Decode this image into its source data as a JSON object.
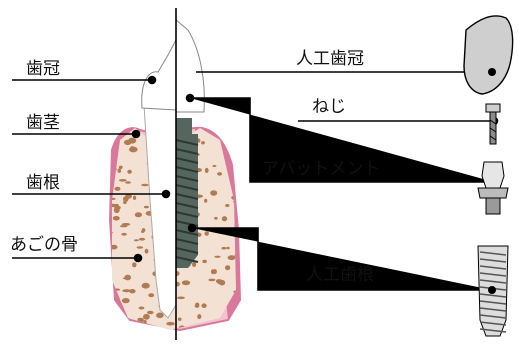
{
  "left_labels": {
    "crown": "歯冠",
    "gum": "歯茎",
    "root": "歯根",
    "jawbone": "あごの骨"
  },
  "right_labels": {
    "implant_crown": "人工歯冠",
    "screw": "ねじ",
    "abutment": "アバットメント",
    "implant_root": "人工歯根"
  },
  "colors": {
    "gum": "#d9789a",
    "gum_light": "#f2c2d0",
    "bone": "#f3e2d4",
    "bone_dots": "#b07a52",
    "implant": "#55665f",
    "implant_crown": "#cfcfcf",
    "line": "#000000"
  }
}
